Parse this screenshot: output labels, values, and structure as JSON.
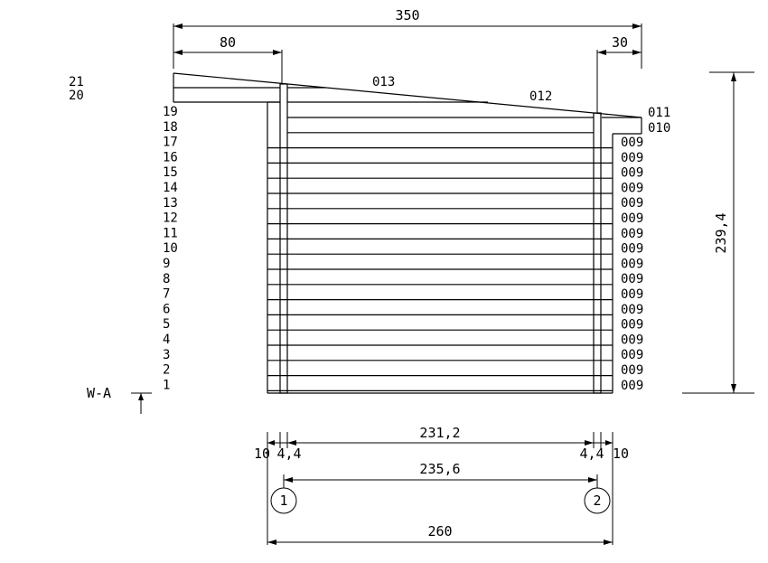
{
  "dimensions": {
    "total_width_top": "350",
    "overhang_left": "80",
    "overhang_right": "30",
    "height": "239,4",
    "inner_span": "231,2",
    "post_left": "4,4",
    "post_right": "4,4",
    "wall_left": "10",
    "wall_right": "10",
    "axis_span": "235,6",
    "base_width": "260"
  },
  "part_labels": {
    "roof_top": "013",
    "roof_mid": "012",
    "top_right_1": "011",
    "top_right_2": "010",
    "wall_log": "009"
  },
  "row_numbers": [
    "21",
    "20",
    "19",
    "18",
    "17",
    "16",
    "15",
    "14",
    "13",
    "12",
    "11",
    "10",
    "9",
    "8",
    "7",
    "6",
    "5",
    "4",
    "3",
    "2",
    "1"
  ],
  "right_labels": [
    "009",
    "009",
    "009",
    "009",
    "009",
    "009",
    "009",
    "009",
    "009",
    "009",
    "009",
    "009",
    "009",
    "009",
    "009",
    "009",
    "009"
  ],
  "wall_marker": "W-A",
  "axis_markers": [
    "1",
    "2"
  ]
}
